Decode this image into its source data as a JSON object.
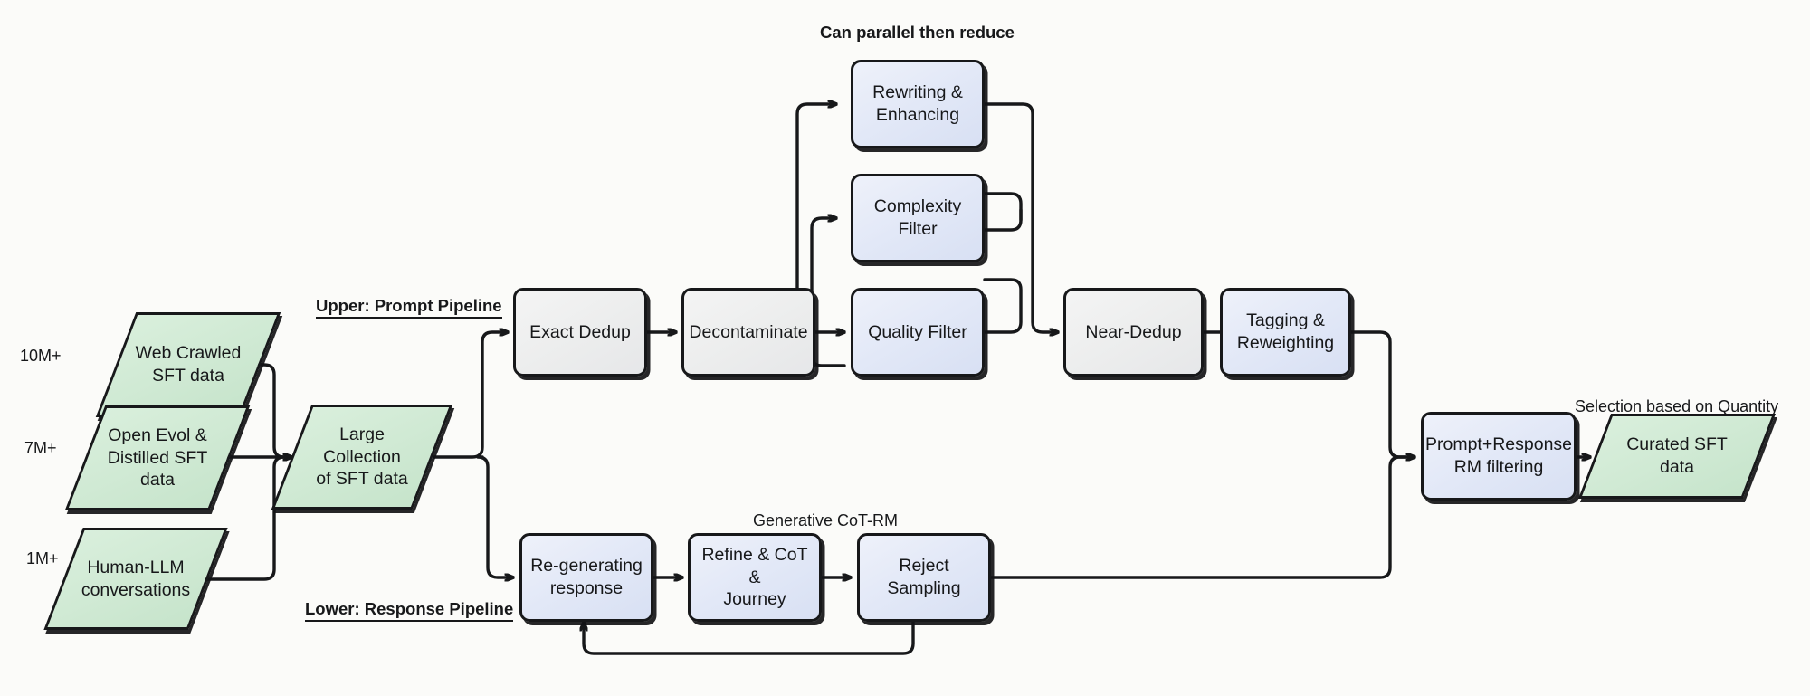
{
  "figure": {
    "background_color": "#fbfbf9",
    "stroke_color": "#17181a",
    "green_fill": "#cfe9d3",
    "blue_fill": "#e2e8f7",
    "gray_fill": "#eceded"
  },
  "annotations": {
    "can_parallel": "Can parallel then reduce",
    "upper_pipeline": "Upper: Prompt Pipeline",
    "lower_pipeline": "Lower: Response  Pipeline",
    "generative_cot_rm": "Generative CoT-RM",
    "selection_quantity": "Selection based on Quantity"
  },
  "counts": {
    "web_crawled": "10M+",
    "open_evol": "7M+",
    "human_llm": "1M+"
  },
  "sources": [
    {
      "id": "web-crawled",
      "label": "Web Crawled\nSFT data",
      "line1": "Web Crawled",
      "line2": "SFT data"
    },
    {
      "id": "open-evol",
      "label": "Open Evol &\nDistilled SFT\ndata",
      "line1": "Open Evol &",
      "line2": "Distilled SFT",
      "line3": "data"
    },
    {
      "id": "human-llm",
      "label": "Human-LLM\nconversations",
      "line1": "Human-LLM",
      "line2": "conversations"
    }
  ],
  "collection": {
    "line1": "Large",
    "line2": "Collection",
    "line3": "of SFT data"
  },
  "output": {
    "line1": "Curated SFT",
    "line2": "data"
  },
  "prompt_pipeline": [
    {
      "id": "exact-dedup",
      "label": "Exact Dedup",
      "fill": "gray"
    },
    {
      "id": "decontaminate",
      "label": "Decontaminate",
      "fill": "gray"
    },
    {
      "id": "quality-filter",
      "label": "Quality Filter",
      "fill": "blue"
    },
    {
      "id": "near-dedup",
      "label": "Near-Dedup",
      "fill": "gray"
    }
  ],
  "parallel_branches": [
    {
      "id": "rewriting-enhancing",
      "line1": "Rewriting &",
      "line2": "Enhancing",
      "fill": "blue"
    },
    {
      "id": "complexity-filter",
      "line1": "Complexity",
      "line2": "Filter",
      "fill": "blue"
    }
  ],
  "tagging": {
    "line1": "Tagging &",
    "line2": "Reweighting",
    "fill": "blue"
  },
  "response_pipeline": [
    {
      "id": "re-generating-response",
      "line1": "Re-generating",
      "line2": "response",
      "fill": "blue"
    },
    {
      "id": "refine-cot-journey",
      "line1": "Refine & CoT &",
      "line2": "Journey",
      "fill": "blue"
    },
    {
      "id": "reject-sampling",
      "line1": "Reject Sampling",
      "line2": "",
      "fill": "blue"
    }
  ],
  "rm_filtering": {
    "line1": "Prompt+Response",
    "line2": "RM filtering",
    "fill": "blue"
  }
}
